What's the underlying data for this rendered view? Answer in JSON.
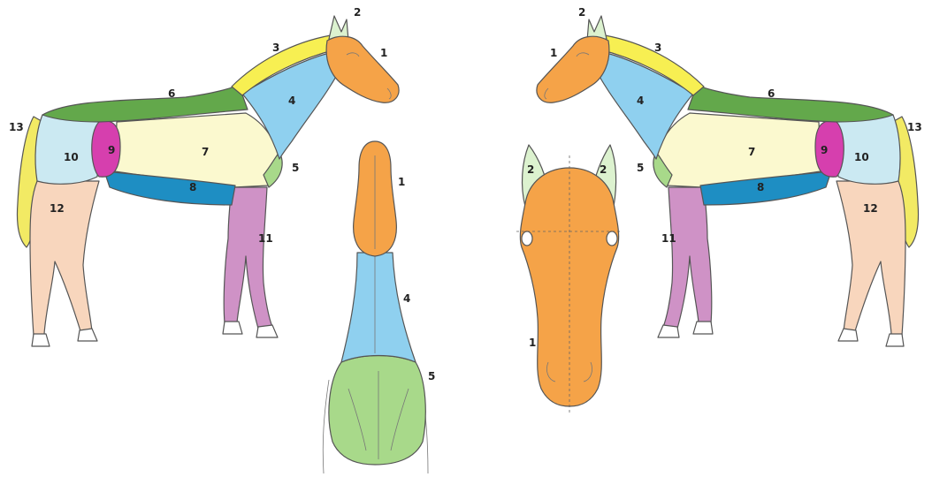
{
  "colors": {
    "head": "#f5a348",
    "ear": "#dcf2cf",
    "crest": "#f7ef52",
    "neck": "#8fd0ef",
    "shoulder": "#a8d98a",
    "back": "#63a84b",
    "trunk": "#fbf9cf",
    "belly": "#1e8ec3",
    "flank": "#d63fae",
    "hindquarter": "#cbe9f2",
    "foreleg": "#cf92c6",
    "hindleg": "#f8d6bd",
    "tail": "#f2ea64",
    "hoof": "#ffffff"
  },
  "labels": {
    "head": "1",
    "ear": "2",
    "crest": "3",
    "neck": "4",
    "shoulder": "5",
    "back": "6",
    "trunk": "7",
    "belly": "8",
    "flank": "9",
    "hindquarter": "10",
    "foreleg": "11",
    "hindleg": "12",
    "tail": "13"
  }
}
